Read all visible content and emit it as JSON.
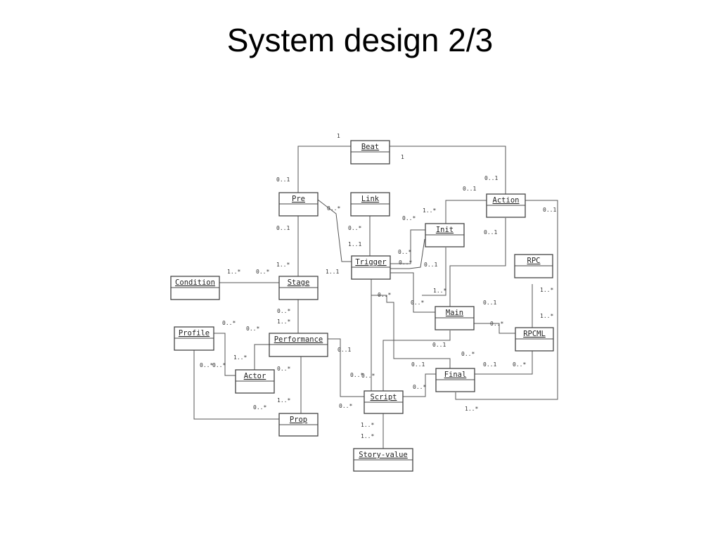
{
  "slide": {
    "title": "System design 2/3"
  },
  "classes": {
    "beat": "Beat",
    "pre": "Pre",
    "link": "Link",
    "action": "Action",
    "init": "Init",
    "trigger": "Trigger",
    "rpc": "RPC",
    "condition": "Condition",
    "stage": "Stage",
    "main": "Main",
    "rpcml": "RPCML",
    "profile": "Profile",
    "performance": "Performance",
    "actor": "Actor",
    "final": "Final",
    "script": "Script",
    "prop": "Prop",
    "story_value": "Story-value"
  },
  "multiplicities": {
    "beat_pre_1": "1",
    "beat_action_1": "1",
    "pre_beat": "0..1",
    "action_beat_a": "0..1",
    "action_beat_b": "0..1",
    "pre_trigger": "0..*",
    "action_right": "0..1",
    "init_action": "1..*",
    "init_left": "0..*",
    "pre_stage": "0..1",
    "link_trigger": "0..*",
    "action_main": "0..1",
    "link_trigger_2": "1..1",
    "trigger_init_a": "0..*",
    "trigger_init_b": "0..*",
    "trigger_main": "0..1",
    "condition_stage": "1..*",
    "stage_condition": "0..*",
    "stage_pre": "1..*",
    "stage_trigger": "1..1",
    "rpc_rpcml": "1..*",
    "main_init": "1..*",
    "trigger_script": "0..*",
    "main_trigger": "0..*",
    "main_action": "0..1",
    "rpcml_rpc": "1..*",
    "stage_perf": "0..*",
    "profile_actor": "0..*",
    "perf_actor": "0..*",
    "perf_stage": "1..*",
    "main_rpcml": "0..*",
    "main_final": "0..1",
    "perf_script": "0..1",
    "actor_perf": "1..*",
    "final_main": "0..*",
    "profile_actor_2": "0..*",
    "actor_profile": "0..*",
    "perf_prop": "0..*",
    "script_trigger": "0..*",
    "script_main": "0..*",
    "final_script": "0..1",
    "final_rpcml": "0..1",
    "rpcml_final": "0..*",
    "script_final": "0..*",
    "prop_perf": "1..*",
    "prop_profile": "0..*",
    "script_stage": "0..*",
    "action_final": "1..*",
    "story_script_a": "1..*",
    "story_script_b": "1..*"
  }
}
